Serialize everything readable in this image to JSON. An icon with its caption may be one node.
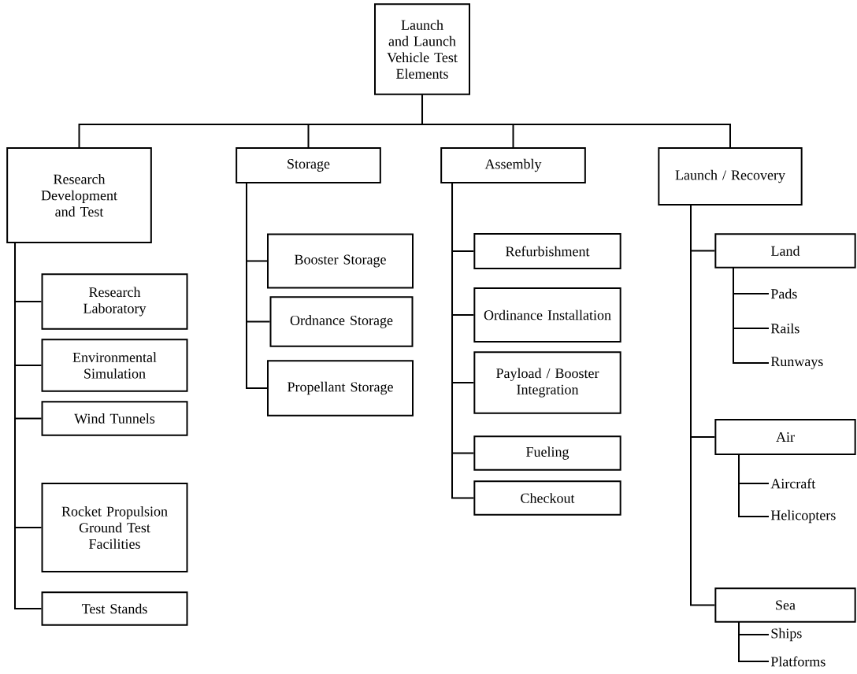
{
  "diagram": {
    "nodes": [
      {
        "text": [
          "Launch and Launch Vehicle Test Elements"
        ]
      },
      {
        "text": [
          "Research Development and Test"
        ]
      },
      {
        "text": [
          "Storage"
        ]
      },
      {
        "text": [
          "Assembly"
        ]
      },
      {
        "text": [
          "Launch / Recovery"
        ]
      },
      {
        "text": [
          "Research Laboratory"
        ]
      },
      {
        "text": [
          "Environmental Simulation"
        ]
      },
      {
        "text": [
          "Wind Tunnels"
        ]
      },
      {
        "text": [
          "Rocket Propulsion Ground Test Facilities"
        ]
      },
      {
        "text": [
          "Test Stands"
        ]
      },
      {
        "text": [
          "Booster Storage"
        ]
      },
      {
        "text": [
          "Ordnance Storage"
        ]
      },
      {
        "text": [
          "Propellant Storage"
        ]
      },
      {
        "text": [
          "Refurbishment"
        ]
      },
      {
        "text": [
          "Ordinance Installation"
        ]
      },
      {
        "text": [
          "Payload / Booster Integration"
        ]
      },
      {
        "text": [
          "Fueling"
        ]
      },
      {
        "text": [
          "Checkout"
        ]
      },
      {
        "text": [
          "Land"
        ]
      },
      {
        "text": [
          "Pads"
        ]
      },
      {
        "text": [
          "Rails"
        ]
      },
      {
        "text": [
          "Runways"
        ]
      },
      {
        "text": [
          "Air"
        ]
      },
      {
        "text": [
          "Aircraft"
        ]
      },
      {
        "text": [
          "Helicopters"
        ]
      },
      {
        "text": [
          "Sea"
        ]
      },
      {
        "text": [
          "Ships"
        ]
      },
      {
        "text": [
          "Platforms"
        ]
      }
    ],
    "edges": [
      {
        "from": 0,
        "to": 1,
        "arrow": "none"
      },
      {
        "from": 0,
        "to": 2,
        "arrow": "none"
      },
      {
        "from": 0,
        "to": 3,
        "arrow": "none"
      },
      {
        "from": 0,
        "to": 4,
        "arrow": "none"
      },
      {
        "from": 1,
        "to": 5,
        "arrow": "none"
      },
      {
        "from": 1,
        "to": 6,
        "arrow": "none"
      },
      {
        "from": 1,
        "to": 7,
        "arrow": "none"
      },
      {
        "from": 1,
        "to": 8,
        "arrow": "none"
      },
      {
        "from": 1,
        "to": 9,
        "arrow": "none"
      },
      {
        "from": 2,
        "to": 10,
        "arrow": "none"
      },
      {
        "from": 2,
        "to": 11,
        "arrow": "none"
      },
      {
        "from": 2,
        "to": 12,
        "arrow": "none"
      },
      {
        "from": 3,
        "to": 13,
        "arrow": "none"
      },
      {
        "from": 3,
        "to": 14,
        "arrow": "none"
      },
      {
        "from": 3,
        "to": 15,
        "arrow": "none"
      },
      {
        "from": 3,
        "to": 16,
        "arrow": "none"
      },
      {
        "from": 3,
        "to": 17,
        "arrow": "none"
      },
      {
        "from": 4,
        "to": 18,
        "arrow": "none"
      },
      {
        "from": 4,
        "to": 22,
        "arrow": "none"
      },
      {
        "from": 4,
        "to": 25,
        "arrow": "none"
      },
      {
        "from": 18,
        "to": 19,
        "arrow": "none"
      },
      {
        "from": 18,
        "to": 20,
        "arrow": "none"
      },
      {
        "from": 18,
        "to": 21,
        "arrow": "none"
      },
      {
        "from": 22,
        "to": 23,
        "arrow": "none"
      },
      {
        "from": 22,
        "to": 24,
        "arrow": "none"
      },
      {
        "from": 25,
        "to": 26,
        "arrow": "none"
      },
      {
        "from": 25,
        "to": 27,
        "arrow": "none"
      }
    ]
  }
}
